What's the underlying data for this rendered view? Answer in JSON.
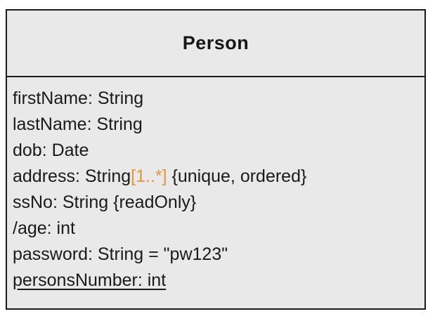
{
  "uml_class": {
    "title": "Person",
    "attributes": {
      "first_name": "firstName: String",
      "last_name": "lastName: String",
      "dob": "dob: Date",
      "address_prefix": "address: String",
      "address_multiplicity": "[1..*]",
      "address_suffix": " {unique, ordered}",
      "ss_no": "ssNo: String {readOnly}",
      "age": "/age: int",
      "password": "password: String = \"pw123\"",
      "persons_number": "personsNumber: int"
    },
    "colors": {
      "multiplicity": "#e6953c",
      "box_background": "#e9e9e9",
      "border": "#1b1b1b"
    }
  }
}
